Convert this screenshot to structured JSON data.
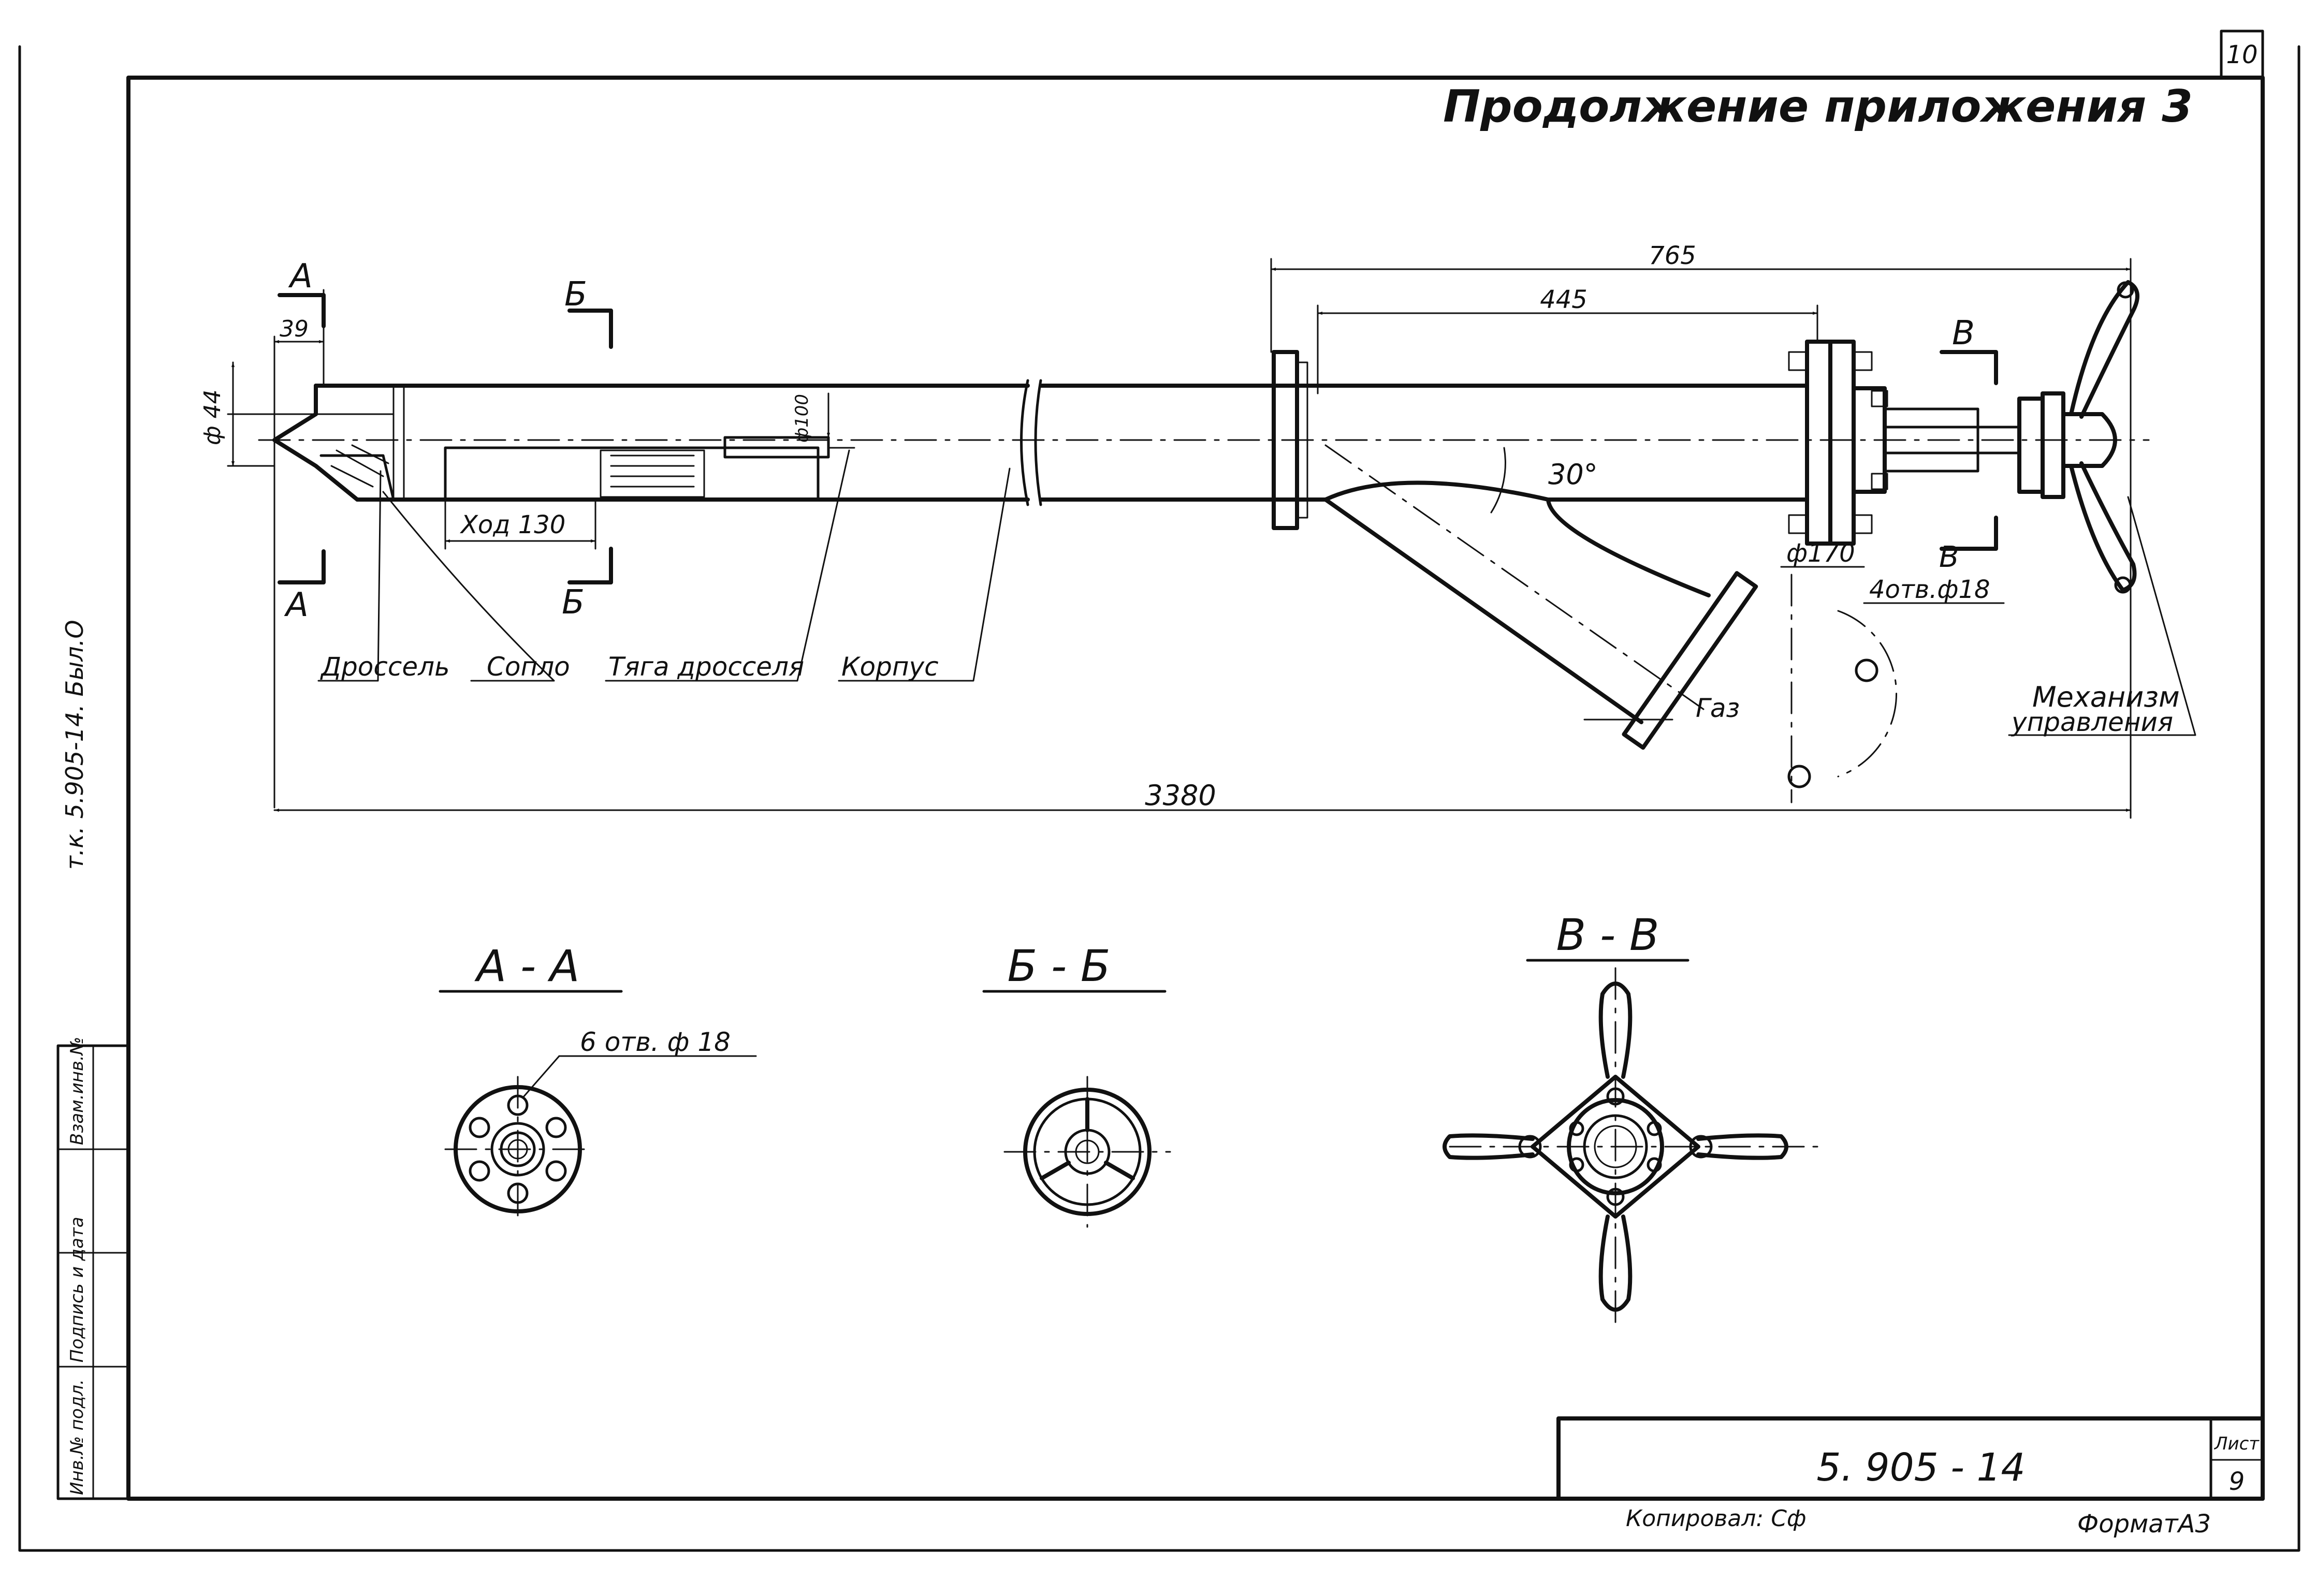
{
  "sheet": {
    "corner_sheet_number": "10",
    "title": "Продолжение приложения 3",
    "format": "ФорматА3",
    "copied_by": "Копировал: Сф"
  },
  "side_stamp": {
    "code": "т.к. 5.905-14. Был.О",
    "inv_original": "Инв.№ подл.",
    "signature_date": "Подпись и дата",
    "inv_replace": "Взам.инв.№"
  },
  "title_block": {
    "designation": "5. 905 - 14",
    "sheet_label": "Лист",
    "sheet_number": "9"
  },
  "main_view": {
    "dims": {
      "d44": "ф 44",
      "d39": "39",
      "d100": "ф100",
      "stroke": "Ход 130",
      "d765": "765",
      "d445": "445",
      "angle": "30°",
      "d170": "ф170",
      "holes": "4отв.ф18",
      "d3380": "3380"
    },
    "cuts": {
      "a": "А",
      "b": "Б",
      "v": "В"
    },
    "callouts": {
      "throttle": "Дроссель",
      "nozzle": "Сопло",
      "rod": "Тяга дросселя",
      "body": "Корпус",
      "gas": "Газ",
      "mechanism_line1": "Механизм",
      "mechanism_line2": "управления"
    }
  },
  "sections": {
    "aa": {
      "title": "А - А",
      "note": "6 отв. ф 18"
    },
    "bb": {
      "title": "Б - Б"
    },
    "vv": {
      "title": "В - В"
    }
  }
}
